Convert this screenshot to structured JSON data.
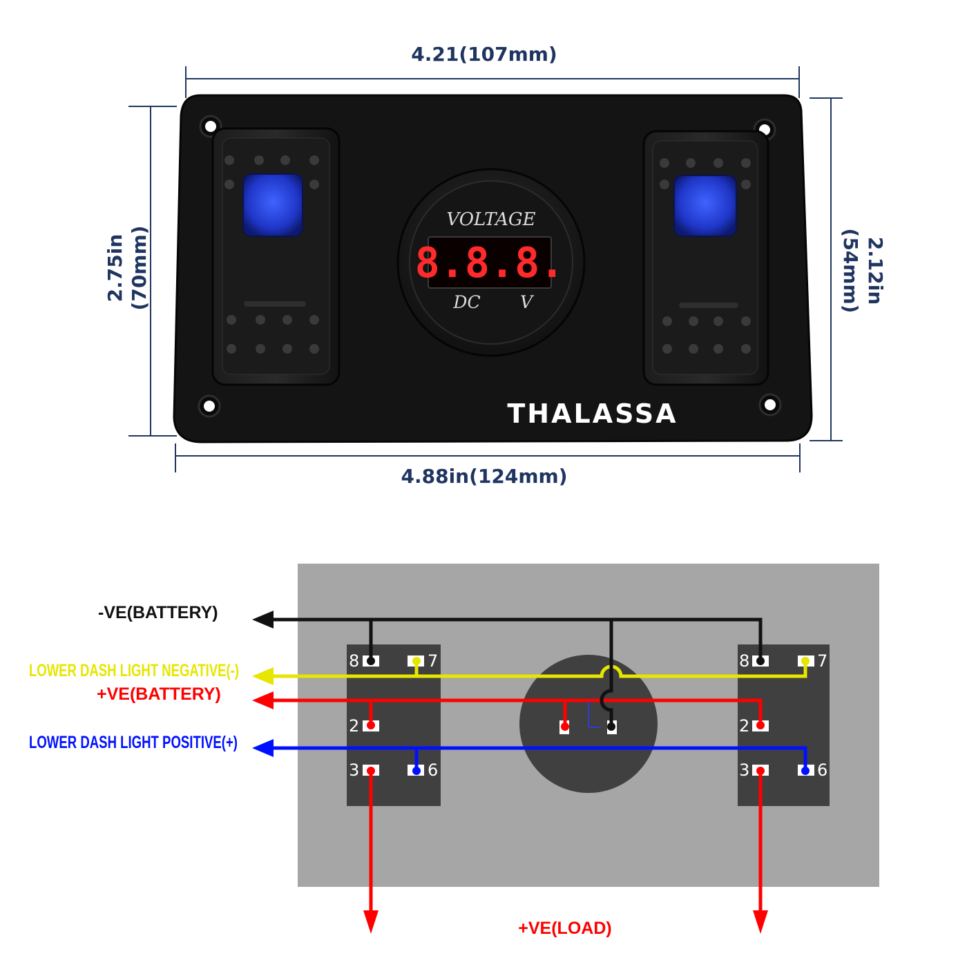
{
  "dimensions": {
    "top_width": "4.21(107mm)",
    "bottom_width": "4.88in(124mm)",
    "left_height_in": "2.75in",
    "left_height_mm": "(70mm)",
    "right_height_in": "2.12in",
    "right_height_mm": "(54mm)"
  },
  "panel": {
    "meter_title": "VOLTAGE",
    "meter_display": "8.8.8.",
    "meter_dc": "DC",
    "meter_v": "V",
    "brand": "THALASSA"
  },
  "wiring": {
    "labels": {
      "neg_battery": "-VE(BATTERY)",
      "light_negative": "LOWER DASH LIGHT NEGATIVE(-)",
      "pos_battery": "+VE(BATTERY)",
      "light_positive": "LOWER DASH LIGHT POSITIVE(+)",
      "load": "+VE(LOAD)"
    },
    "left_switch_pins": {
      "p8": "8",
      "p7": "7",
      "p2": "2",
      "p3": "3",
      "p6": "6"
    },
    "right_switch_pins": {
      "p8": "8",
      "p7": "7",
      "p2": "2",
      "p3": "3",
      "p6": "6"
    }
  },
  "colors": {
    "dimension": "#1f3560",
    "panel": "#141414",
    "wire_negative": "#111111",
    "wire_light_negative": "#e6e600",
    "wire_positive": "#ff0000",
    "wire_light_positive": "#0010ff",
    "board": "#a6a6a6",
    "component": "#404040",
    "switch_lamp": "#2a47ff"
  }
}
